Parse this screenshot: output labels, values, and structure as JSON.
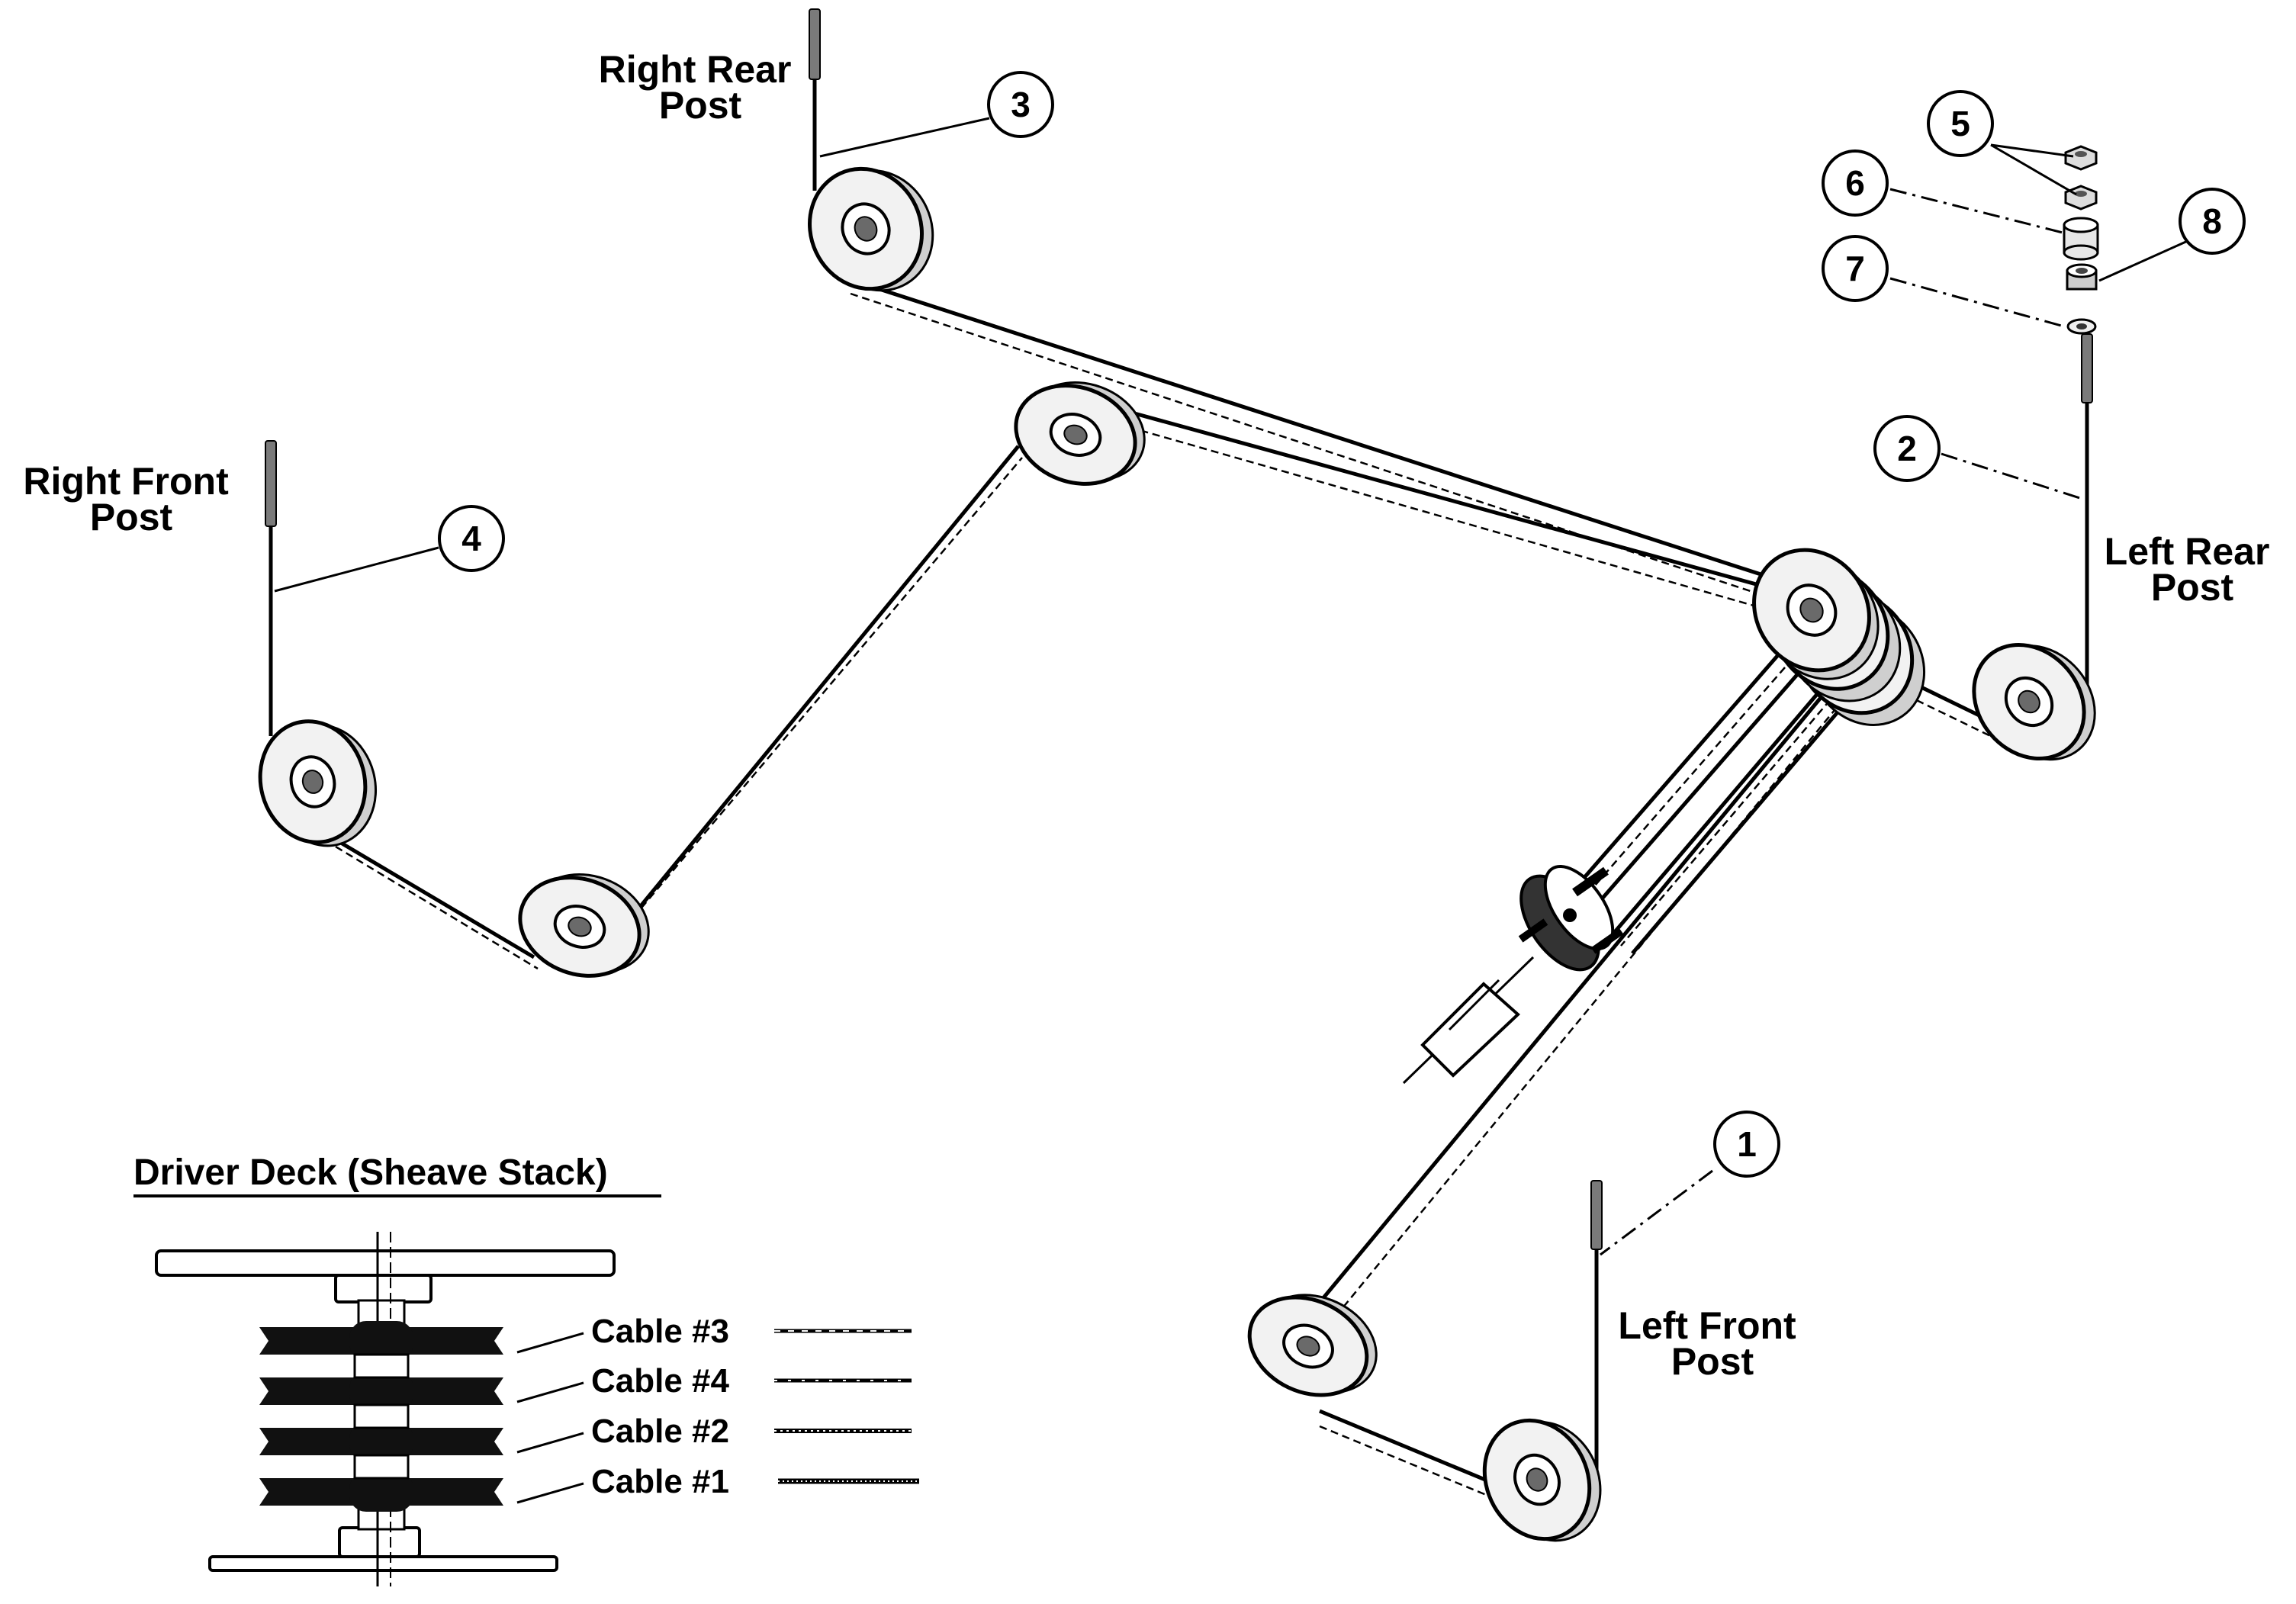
{
  "labels": {
    "right_rear_post": [
      "Right Rear",
      "Post"
    ],
    "right_front_post": [
      "Right Front",
      "Post"
    ],
    "left_rear_post": [
      "Left Rear",
      "Post"
    ],
    "left_front_post": [
      "Left Front",
      "Post"
    ]
  },
  "callouts": [
    "1",
    "2",
    "3",
    "4",
    "5",
    "6",
    "7",
    "8"
  ],
  "inset": {
    "title": "Driver Deck (Sheave Stack)",
    "cables": [
      "Cable #3",
      "Cable #4",
      "Cable #2",
      "Cable #1"
    ]
  }
}
